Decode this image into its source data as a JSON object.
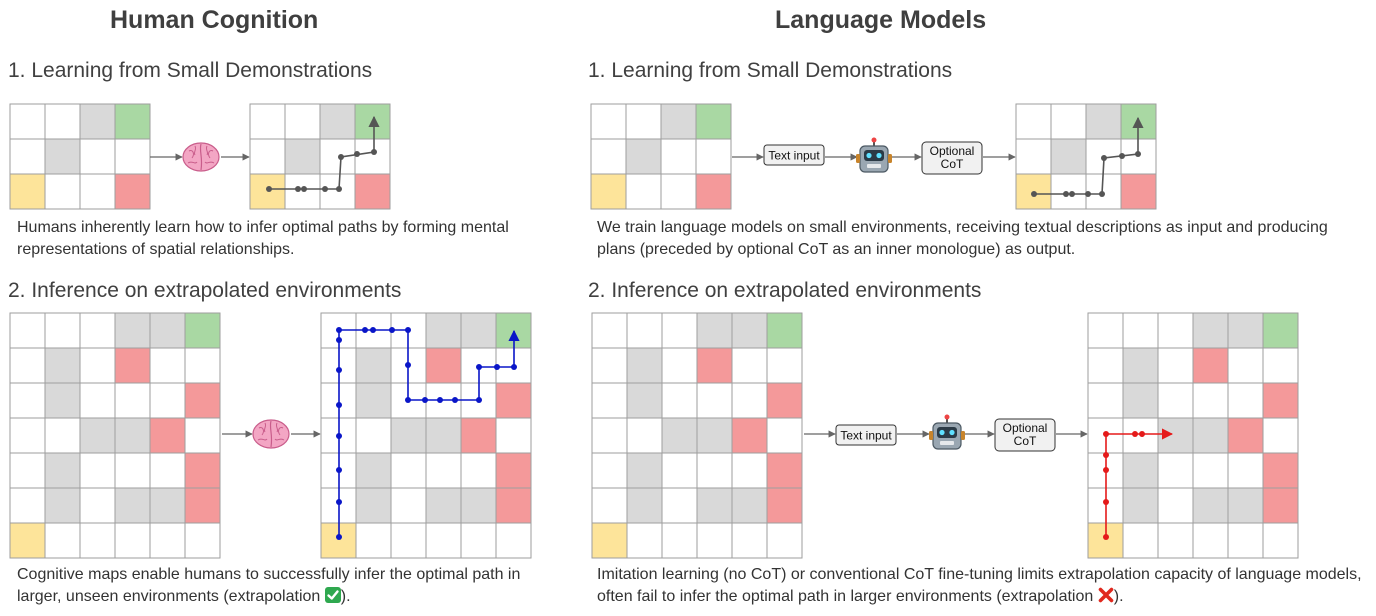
{
  "columns": {
    "left": {
      "heading": "Human Cognition",
      "section1": "1. Learning from Small Demonstrations",
      "caption1": "Humans inherently learn how to infer optimal paths by forming mental representations of spatial relationships.",
      "section2": "2. Inference on extrapolated environments",
      "caption2": "Cognitive maps enable humans to successfully infer the optimal path in larger, unseen environments (extrapolation",
      "caption2_end": ")."
    },
    "right": {
      "heading": "Language Models",
      "section1": "1. Learning from Small Demonstrations",
      "caption1": "We train language models on small environments, receiving textual descriptions as input and producing plans (preceded by optional CoT as an inner monologue) as output.",
      "section2": "2. Inference on extrapolated environments",
      "caption2": "Imitation learning (no CoT) or conventional CoT fine-tuning limits extrapolation capacity of language models, often fail to infer the optimal path in larger environments (extrapolation",
      "caption2_end": ")."
    }
  },
  "labels": {
    "text_input": "Text input",
    "optional_cot_line1": "Optional",
    "optional_cot_line2": "CoT"
  },
  "icons": {
    "brain": "brain-icon",
    "robot": "robot-icon",
    "check": "check-mark-icon",
    "cross": "cross-mark-icon"
  },
  "colors": {
    "start": "#fde49a",
    "goal": "#a9d8a3",
    "wall": "#d9d9d9",
    "hazard": "#f4999a",
    "grid_line": "#9e9e9e",
    "path_small": "#555555",
    "path_human": "#0a16c8",
    "path_model": "#e51a1a",
    "check_green": "#2fa84f",
    "cross_red": "#e0281e"
  }
}
